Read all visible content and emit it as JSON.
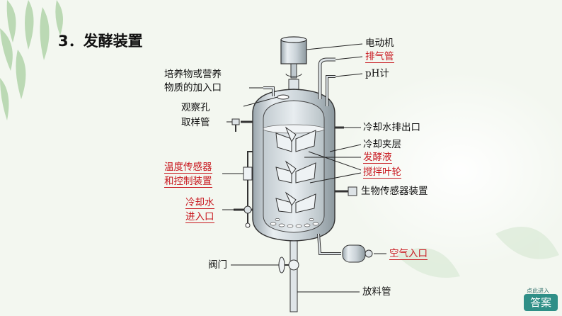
{
  "title": "3．发酵装置",
  "labels": {
    "motor": "电动机",
    "exhaust": "排气管",
    "ph": "pH计",
    "feed_line1": "培养物或营养",
    "feed_line2": "物质的加入口",
    "window": "观察孔",
    "sampling": "取样管",
    "coolant_out": "冷却水排出口",
    "jacket": "冷却夹层",
    "broth": "发酵液",
    "impeller": "搅拌叶轮",
    "temp_line1": "温度传感器",
    "temp_line2": "和控制装置",
    "bio_sensor": "生物传感器装置",
    "coolant_in_line1": "冷却水",
    "coolant_in_line2": "进入口",
    "air_in": "空气入口",
    "valve": "阀门",
    "discharge": "放料管"
  },
  "answer_button": {
    "hint": "点此进入",
    "label": "答案"
  },
  "colors": {
    "red_label": "#c8161d",
    "metal": "#dfe6ea",
    "answer_bg": "#2f8f87"
  }
}
